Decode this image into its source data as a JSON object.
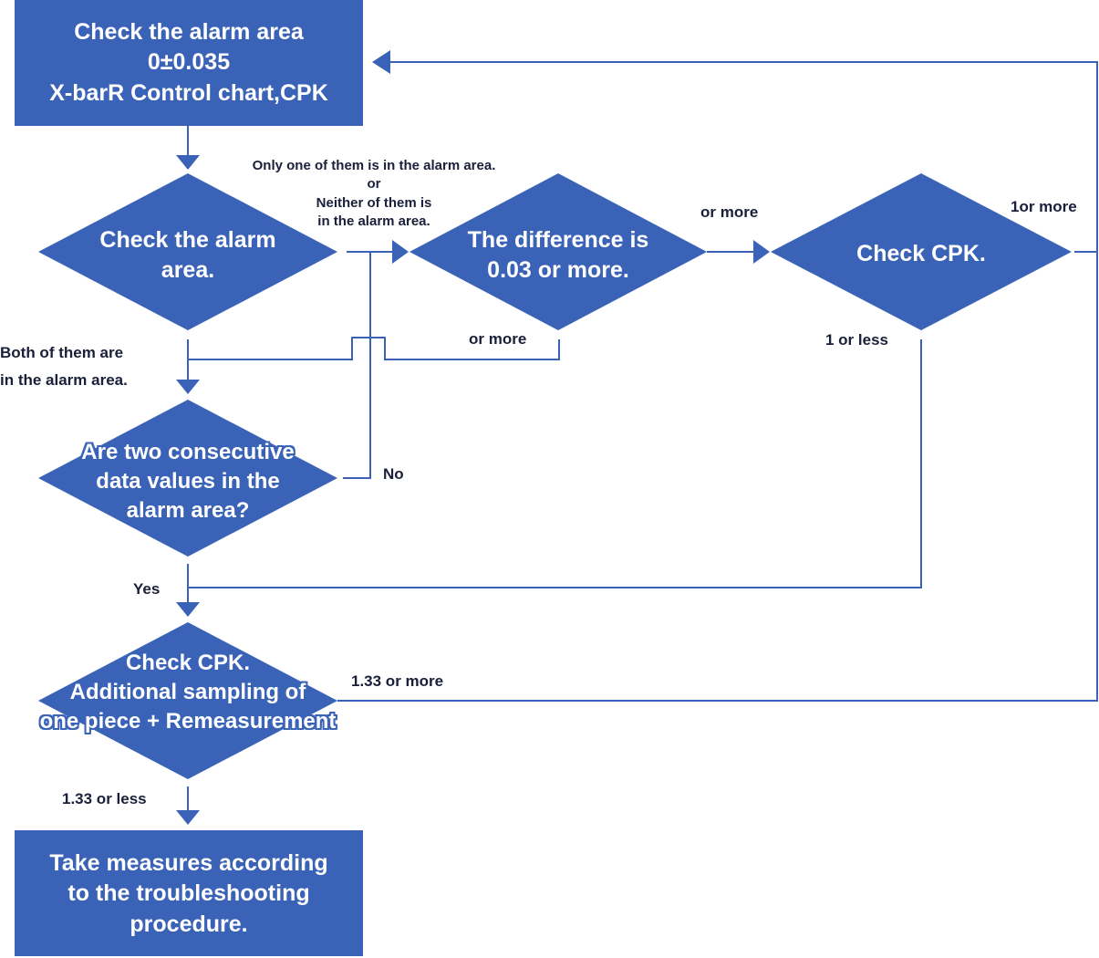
{
  "colors": {
    "shape_fill": "#3a63b8",
    "line": "#3a63b8",
    "label_text": "#1a1f3a",
    "node_text": "#ffffff"
  },
  "nodes": {
    "start": {
      "line1": "Check the alarm area",
      "line2": "0±0.035",
      "line3": "X-barR Control chart,CPK"
    },
    "check_alarm_area": {
      "line1": "Check the alarm",
      "line2": "area."
    },
    "difference": {
      "line1": "The difference is",
      "line2": "0.03 or more."
    },
    "check_cpk_right": {
      "line1": "Check CPK."
    },
    "consecutive": {
      "line1": "Are two consecutive",
      "line2": "data values in the",
      "line3": "alarm area?"
    },
    "check_cpk_additional": {
      "line1": "Check CPK.",
      "line2": "Additional sampling of",
      "line3": "one piece + Remeasurement"
    },
    "take_measures": {
      "line1": "Take measures according",
      "line2": "to the troubleshooting",
      "line3": "procedure."
    }
  },
  "labels": {
    "only_one": {
      "line1": "Only one of them is in the alarm area.",
      "line2": "or",
      "line3": "Neither of them is",
      "line4": "in the alarm area."
    },
    "or_more_top": "or more",
    "one_or_more": "1or more",
    "or_more_mid": "or more",
    "one_or_less": "1 or less",
    "both": {
      "line1": "Both of them are",
      "line2": "in the alarm area."
    },
    "no": "No",
    "yes": "Yes",
    "one_33_or_more": "1.33 or more",
    "one_33_or_less": "1.33 or less"
  }
}
